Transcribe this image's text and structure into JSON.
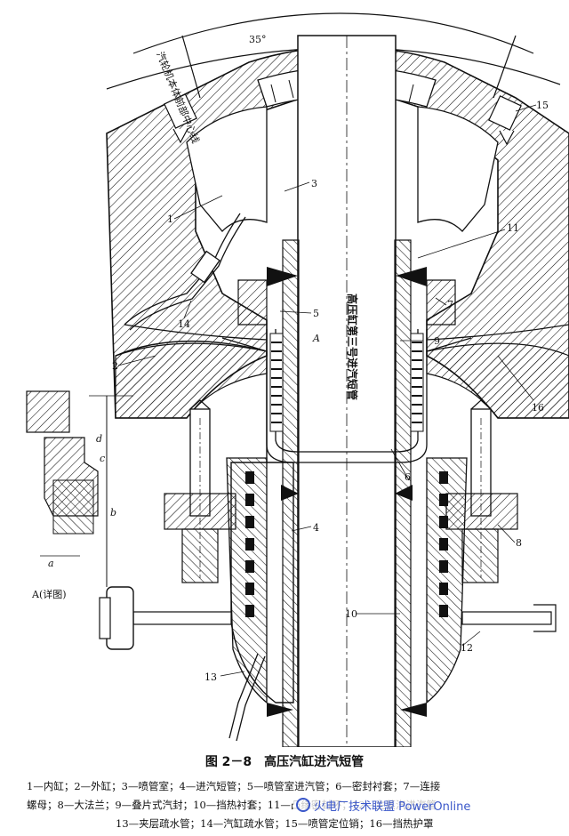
{
  "figure": {
    "angle_label": "35°",
    "radial_label": "汽轮机本体前部中心线",
    "vertical_label": "高压缸第三号进汽短管",
    "detail_label": "A(详图)",
    "detail_marker": "A",
    "dimension_letters": [
      "d",
      "c",
      "b",
      "a"
    ],
    "part_numbers": {
      "n1": "1",
      "n2": "2",
      "n3": "3",
      "n4": "4",
      "n5": "5",
      "n6": "6",
      "n7": "7",
      "n8": "8",
      "n9": "9",
      "n10": "10",
      "n11": "11",
      "n12": "12",
      "n13": "13",
      "n14": "14",
      "n15": "15",
      "n16": "16"
    }
  },
  "caption": {
    "number": "图 2－8",
    "title": "高压汽缸进汽短管"
  },
  "legend": {
    "line1": "1—内缸；2—外缸；3—喷管室；4—进汽短管；5—喷管室进汽管；6—密封衬套；7—连接",
    "line2": "螺母；8—大法兰；9—叠片式汽封；10—挡热衬套；11—凸缘密封环；12—主蒸汽进汽管",
    "line3": "13—夹层疏水管；14—汽缸疏水管；15—喷管定位销；16—挡热护罩"
  },
  "watermark": {
    "text": "火电厂技术联盟 PowerOnline"
  },
  "colors": {
    "ink": "#111111",
    "paper": "#ffffff",
    "watermark": "#3a57c9"
  }
}
